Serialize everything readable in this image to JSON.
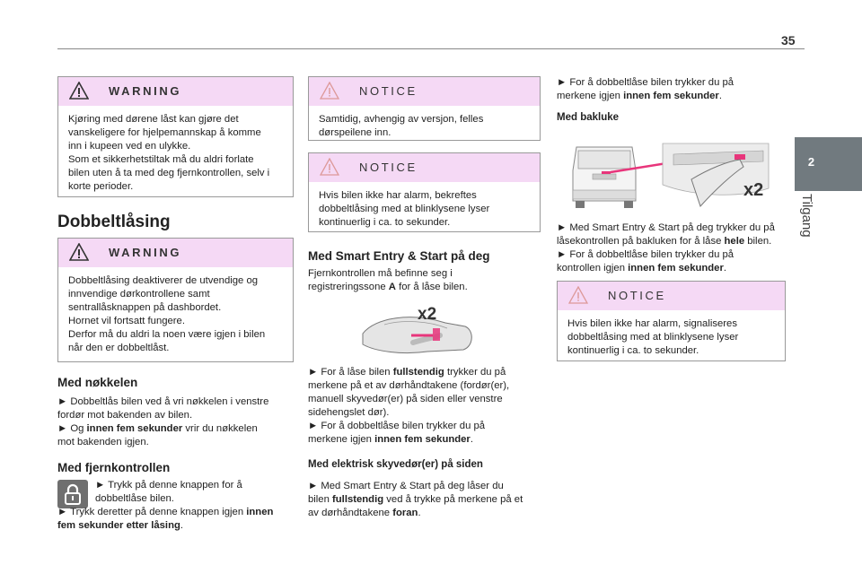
{
  "page": {
    "number": "35"
  },
  "side_tab": {
    "number": "2",
    "label": "Tilgang"
  },
  "col1": {
    "warning1": {
      "title": "WARNING",
      "lines": [
        "Kjøring med dørene låst kan gjøre det",
        "vanskeligere for hjelpemannskap å komme",
        "inn i kupeen ved en ulykke.",
        "Som et sikkerhetstiltak må du aldri forlate",
        "bilen uten å ta med deg fjernkontrollen, selv i",
        "korte perioder."
      ]
    },
    "heading": "Dobbeltlåsing",
    "warning2": {
      "title": "WARNING",
      "lines": [
        "Dobbeltlåsing deaktiverer de utvendige og",
        "innvendige dørkontrollene samt",
        "sentrallåsknappen på dashbordet.",
        "Hornet vil fortsatt fungere.",
        "Derfor må du aldri la noen være igjen i bilen",
        "når den er dobbeltlåst."
      ]
    },
    "key_heading": "Med nøkkelen",
    "key_line1": "► Dobbeltlås bilen ved å vri nøkkelen i venstre",
    "key_line2": "fordør mot bakenden av bilen.",
    "key_line3_pre": "► Og ",
    "key_line3_bold": "innen fem sekunder",
    "key_line3_post": " vrir du nøkkelen",
    "key_line4": "mot bakenden igjen.",
    "remote_heading": "Med fjernkontrollen",
    "remote_line1": "► Trykk på denne knappen for å",
    "remote_line2": "dobbeltlåse bilen.",
    "remote_line3_pre": "► Trykk deretter på denne knappen igjen ",
    "remote_line3_bold": "innen",
    "remote_line4_bold": "fem sekunder etter låsing",
    "remote_line4_post": "."
  },
  "col2": {
    "notice1": {
      "title": "NOTICE",
      "lines": [
        "Samtidig, avhengig av versjon, felles",
        "dørspeilene inn."
      ]
    },
    "notice2": {
      "title": "NOTICE",
      "lines": [
        "Hvis bilen ikke har alarm, bekreftes",
        "dobbeltlåsing med at blinklysene lyser",
        "kontinuerlig i ca. to sekunder."
      ]
    },
    "smart_heading": "Med Smart Entry & Start på deg",
    "smart_line1": "Fjernkontrollen må befinne seg i",
    "smart_line2_pre": "registreringssone ",
    "smart_line2_bold": "A",
    "smart_line2_post": " for å låse bilen.",
    "illus_label": "x2",
    "p1_pre": "► For å låse bilen ",
    "p1_bold": "fullstendig",
    "p1_post": " trykker du på",
    "p2": "merkene på et av dørhåndtakene (fordør(er),",
    "p3": "manuell skyvedør(er) på siden eller venstre",
    "p4": "sidehengslet dør).",
    "p5": "► For å dobbeltlåse bilen trykker du på",
    "p6_pre": "merkene igjen ",
    "p6_bold": "innen fem sekunder",
    "p6_post": ".",
    "sliding_heading": "Med elektrisk skyvedør(er) på siden",
    "s1": "► Med Smart Entry & Start på deg låser du",
    "s2_pre": "bilen ",
    "s2_bold": "fullstendig",
    "s2_post": " ved å trykke på merkene på et",
    "s3_pre": "av dørhåndtakene ",
    "s3_bold": "foran",
    "s3_post": "."
  },
  "col3": {
    "t1": "► For å dobbeltlåse bilen trykker du på",
    "t2_pre": "merkene igjen ",
    "t2_bold": "innen fem sekunder",
    "t2_post": ".",
    "tailgate_heading": "Med bakluke",
    "illus_label": "x2",
    "u1": "► Med Smart Entry & Start på deg trykker du på",
    "u2_pre": "låsekontrollen på bakluken for å låse ",
    "u2_bold": "hele",
    "u2_post": " bilen.",
    "u3": "► For å dobbeltlåse bilen trykker du på",
    "u4_pre": "kontrollen igjen ",
    "u4_bold": "innen fem sekunder",
    "u4_post": ".",
    "notice": {
      "title": "NOTICE",
      "lines": [
        "Hvis bilen ikke har alarm, signaliseres",
        "dobbeltlåsing med at blinklysene lyser",
        "kontinuerlig i ca. to sekunder."
      ]
    }
  }
}
